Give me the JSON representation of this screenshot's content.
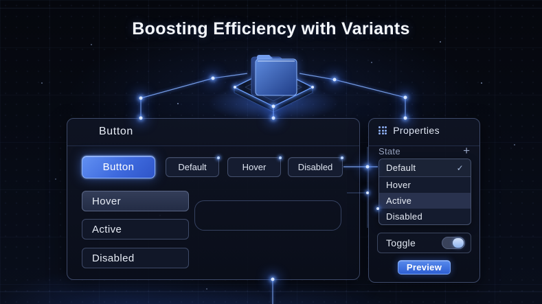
{
  "title": "Boosting Efficiency with Variants",
  "component_panel": {
    "header": "Button",
    "primary_button": "Button",
    "variants": [
      "Default",
      "Hover",
      "Disabled"
    ],
    "states": [
      "Hover",
      "Active",
      "Disabled"
    ]
  },
  "properties_panel": {
    "header": "Properties",
    "section": {
      "label": "State",
      "add_icon": "+"
    },
    "dropdown": {
      "selected": "Default",
      "check_icon": "✓",
      "options": [
        "Hover",
        "Active",
        "Disabled"
      ],
      "highlighted": "Active"
    },
    "toggle": {
      "label": "Toggle",
      "state": "on"
    },
    "preview_button": "Preview"
  },
  "colors": {
    "accent": "#4c7ce8",
    "glow": "#8fb8ff",
    "background": "#06090f",
    "panel_border": "#3e4a6a"
  }
}
